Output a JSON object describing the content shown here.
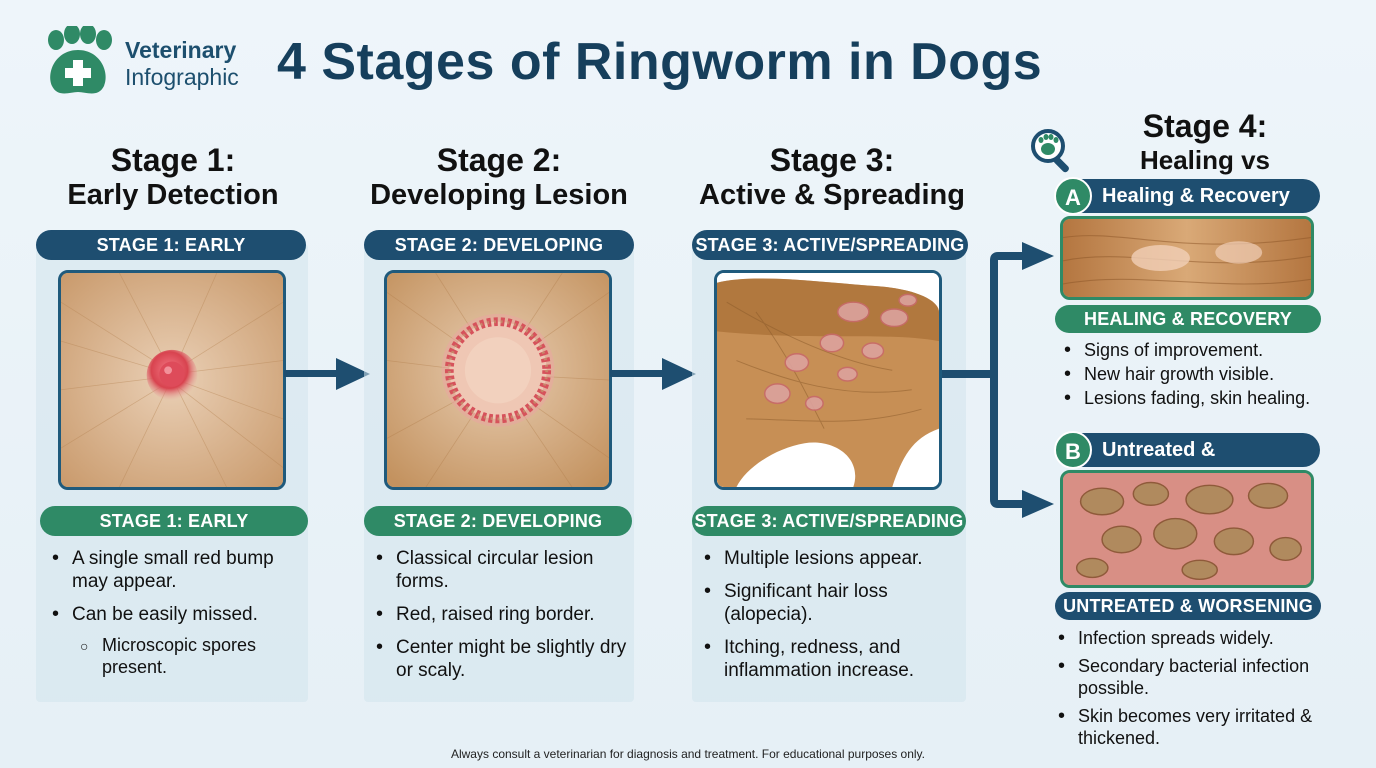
{
  "logo": {
    "line1": "Veterinary",
    "line2": "Infographic",
    "icon": "paw-cross-icon",
    "color": "#2f8a66"
  },
  "title": "4 Stages of Ringworm in Dogs",
  "stages": [
    {
      "title_line1": "Stage 1:",
      "title_line2": "Early Detection",
      "top_label": "STAGE 1: EARLY",
      "bottom_label": "STAGE 1: EARLY",
      "bullets": [
        "A single small red bump may appear.",
        "Can be easily missed."
      ],
      "sub_bullets": [
        "Microscopic spores present."
      ]
    },
    {
      "title_line1": "Stage 2:",
      "title_line2": "Developing Lesion",
      "top_label": "STAGE 2: DEVELOPING",
      "bottom_label": "STAGE 2: DEVELOPING",
      "bullets": [
        "Classical circular lesion forms.",
        "Red, raised ring border.",
        "Center might be slightly dry or scaly."
      ]
    },
    {
      "title_line1": "Stage 3:",
      "title_line2": "Active & Spreading",
      "top_label": "STAGE 3: ACTIVE/SPREADING",
      "bottom_label": "STAGE 3: ACTIVE/SPREADING",
      "bullets": [
        "Multiple lesions appear.",
        "Significant hair loss (alopecia).",
        "Itching, redness, and inflammation increase."
      ]
    }
  ],
  "stage4": {
    "title_line1": "Stage 4:",
    "title_line2": "Healing vs Untreated",
    "icon": "magnifier-paw-icon",
    "a": {
      "letter": "A",
      "heading": "Healing & Recovery",
      "label": "HEALING & RECOVERY",
      "bullets": [
        "Signs of improvement.",
        "New hair growth visible.",
        "Lesions fading, skin healing."
      ]
    },
    "b": {
      "letter": "B",
      "heading": "Untreated & Worsening",
      "label": "UNTREATED & WORSENING",
      "bullets": [
        "Infection spreads widely.",
        "Secondary bacterial infection possible.",
        "Skin becomes very irritated & thickened."
      ]
    }
  },
  "footer": "Always consult a veterinarian for diagnosis and treatment. For educational purposes only.",
  "colors": {
    "navy": "#1e4e70",
    "green": "#2f8a66",
    "title": "#163f5c",
    "arrow": "#1e4e70"
  }
}
